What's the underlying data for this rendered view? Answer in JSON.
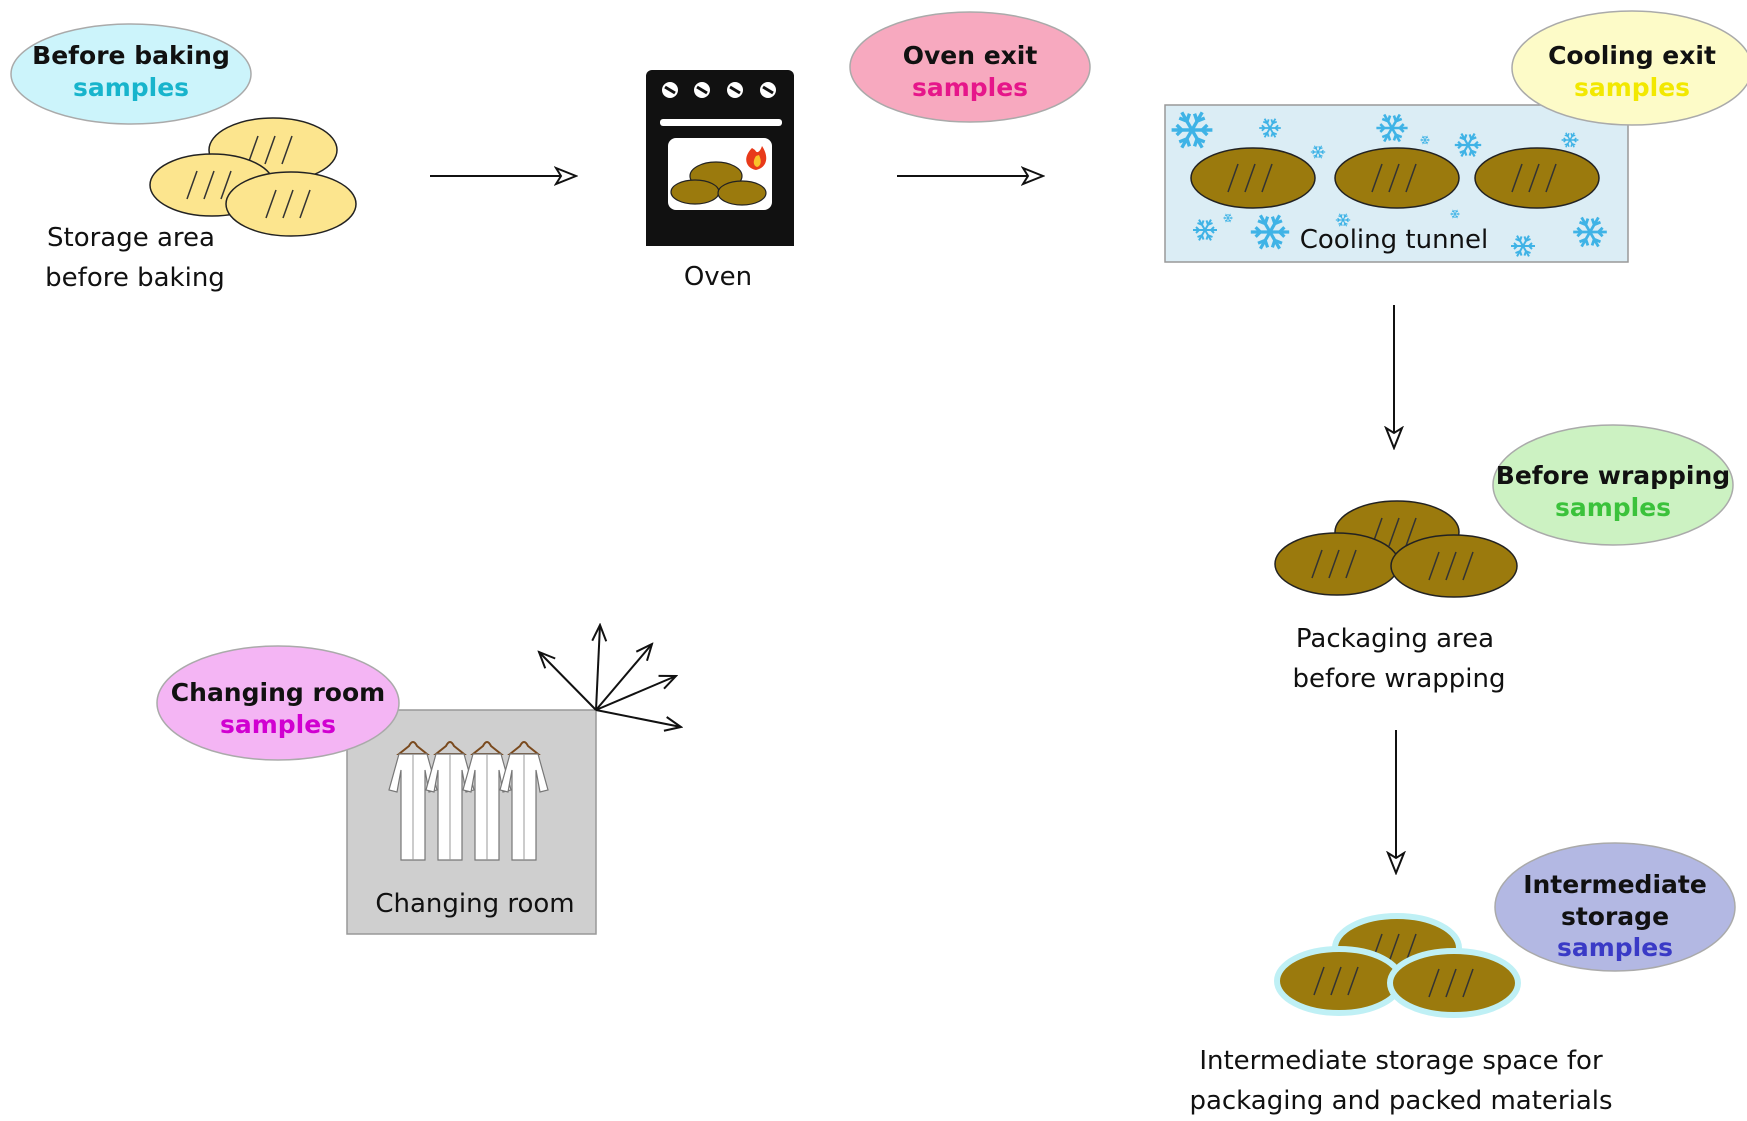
{
  "colors": {
    "before_baking_fill": "#ccf4fb",
    "before_baking_accent": "#17b4cc",
    "oven_exit_fill": "#f7a9bf",
    "oven_exit_accent": "#e6168a",
    "cooling_exit_fill": "#fdfbc8",
    "cooling_exit_accent": "#f2e800",
    "before_wrapping_fill": "#ccf2c2",
    "before_wrapping_accent": "#3bc23b",
    "intermediate_fill": "#b3b8e3",
    "intermediate_accent": "#3a3ac6",
    "changing_room_fill": "#f4b5f4",
    "changing_room_accent": "#d100d1",
    "raw_bread": "#fce58e",
    "baked_bread": "#9b7a0d",
    "tunnel_fill": "#dbedf5",
    "snowflake": "#3fb3e6",
    "room_fill": "#cfcfcf"
  },
  "sample_points": {
    "before_baking": {
      "title": "Before baking",
      "subtitle": "samples"
    },
    "oven_exit": {
      "title": "Oven exit",
      "subtitle": "samples"
    },
    "cooling_exit": {
      "title": "Cooling exit",
      "subtitle": "samples"
    },
    "before_wrapping": {
      "title": "Before wrapping",
      "subtitle": "samples"
    },
    "intermediate": {
      "title_line1": "Intermediate",
      "title_line2": "storage",
      "subtitle": "samples"
    },
    "changing_room": {
      "title": "Changing room",
      "subtitle": "samples"
    }
  },
  "areas": {
    "storage": {
      "line1": "Storage area",
      "line2": "before baking"
    },
    "oven": {
      "label": "Oven"
    },
    "cooling": {
      "label": "Cooling tunnel"
    },
    "packaging": {
      "line1": "Packaging area",
      "line2": "before wrapping"
    },
    "intermediate": {
      "line1": "Intermediate storage space for",
      "line2": "packaging and packed materials"
    },
    "changing_room": {
      "label": "Changing room"
    }
  }
}
